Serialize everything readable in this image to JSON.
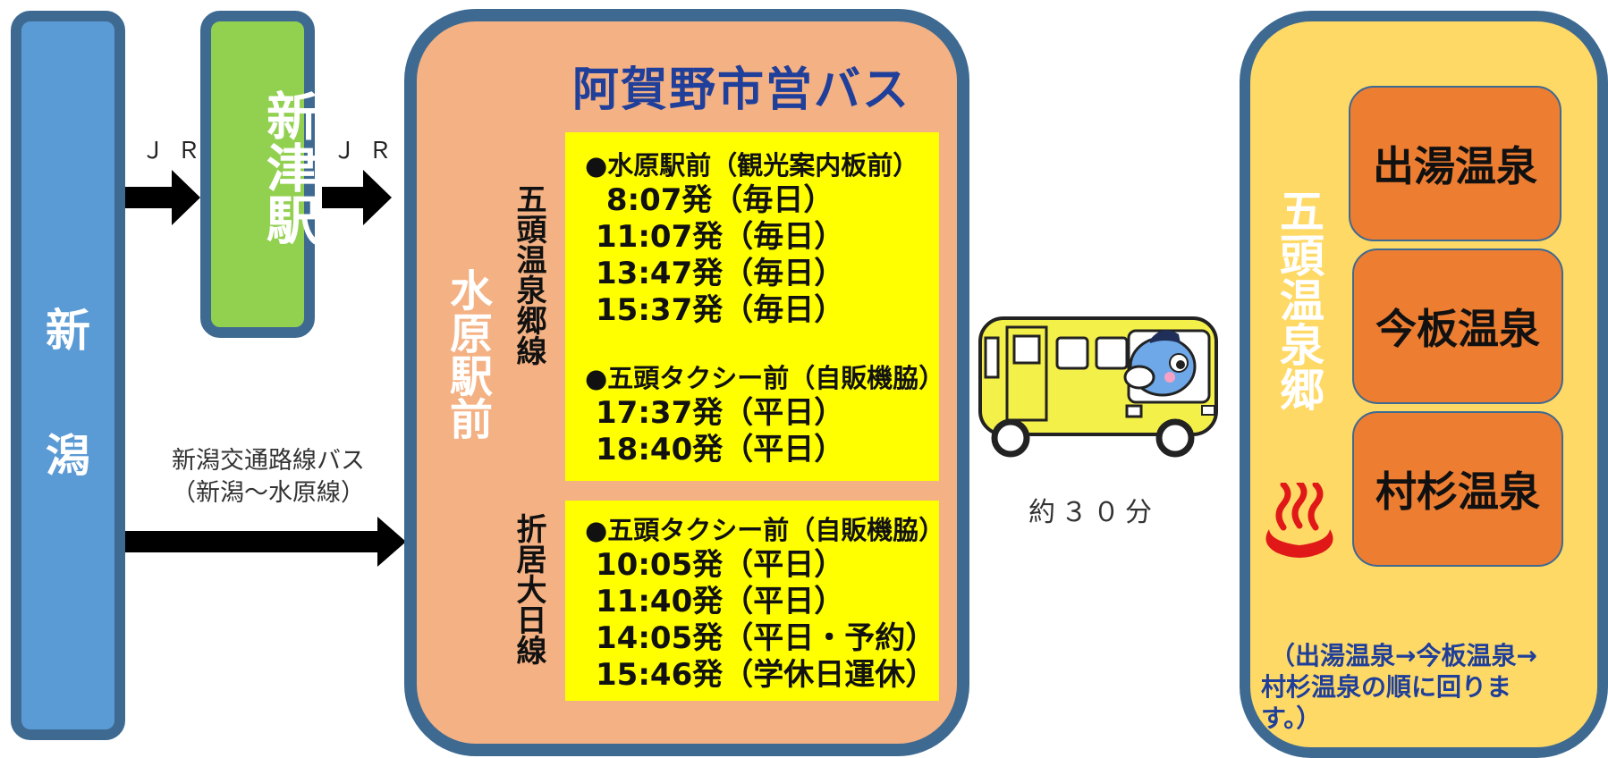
{
  "niigata": {
    "label_top": "新",
    "label_bottom": "潟"
  },
  "niitsu_station": {
    "label": "新津駅"
  },
  "jr_label_1": "ＪＲ",
  "jr_label_2": "ＪＲ",
  "bus_route_label": {
    "line1": "新潟交通路線バス",
    "line2": "（新潟～水原線）"
  },
  "mizuhara_panel": {
    "title": "阿賀野市営バス",
    "station_label": "水原駅前",
    "gozu_line": {
      "name": "五頭温泉郷線",
      "stops": [
        {
          "stop": "●水原駅前（観光案内板前）",
          "departures": [
            "　 8:07発（毎日）",
            "　11:07発（毎日）",
            "　13:47発（毎日）",
            "　15:37発（毎日）"
          ]
        },
        {
          "stop": "●五頭タクシー前（自販機脇）",
          "departures": [
            "　17:37発（平日）",
            "　18:40発（平日）"
          ]
        }
      ]
    },
    "orii_line": {
      "name": "折居大日線",
      "stops": [
        {
          "stop": "●五頭タクシー前（自販機脇）",
          "departures": [
            "　10:05発（平日）",
            "　11:40発（平日）",
            "　14:05発（平日・予約）",
            "　15:46発（学休日運休）"
          ]
        }
      ]
    }
  },
  "travel_time": "約３０分",
  "gozu_onsen_panel": {
    "label": "五頭温泉郷",
    "onsens": [
      "出湯温泉",
      "今板温泉",
      "村杉温泉"
    ],
    "route_note_line1": "（出湯温泉→今板温泉→",
    "route_note_line2": "村杉温泉の順に回りま",
    "route_note_line3": "す。）"
  },
  "colors": {
    "border": "#3e6a92",
    "niigata_fill": "#5b9bd5",
    "niitsu_fill": "#92d050",
    "mizuhara_fill": "#f4b183",
    "timetable_fill": "#ffff00",
    "gozu_fill": "#ffd966",
    "onsen_fill": "#ed7d31",
    "title_text": "#1f3f9a"
  },
  "icons": [
    "arrow-right-icon",
    "bus-icon",
    "hot-spring-icon"
  ]
}
